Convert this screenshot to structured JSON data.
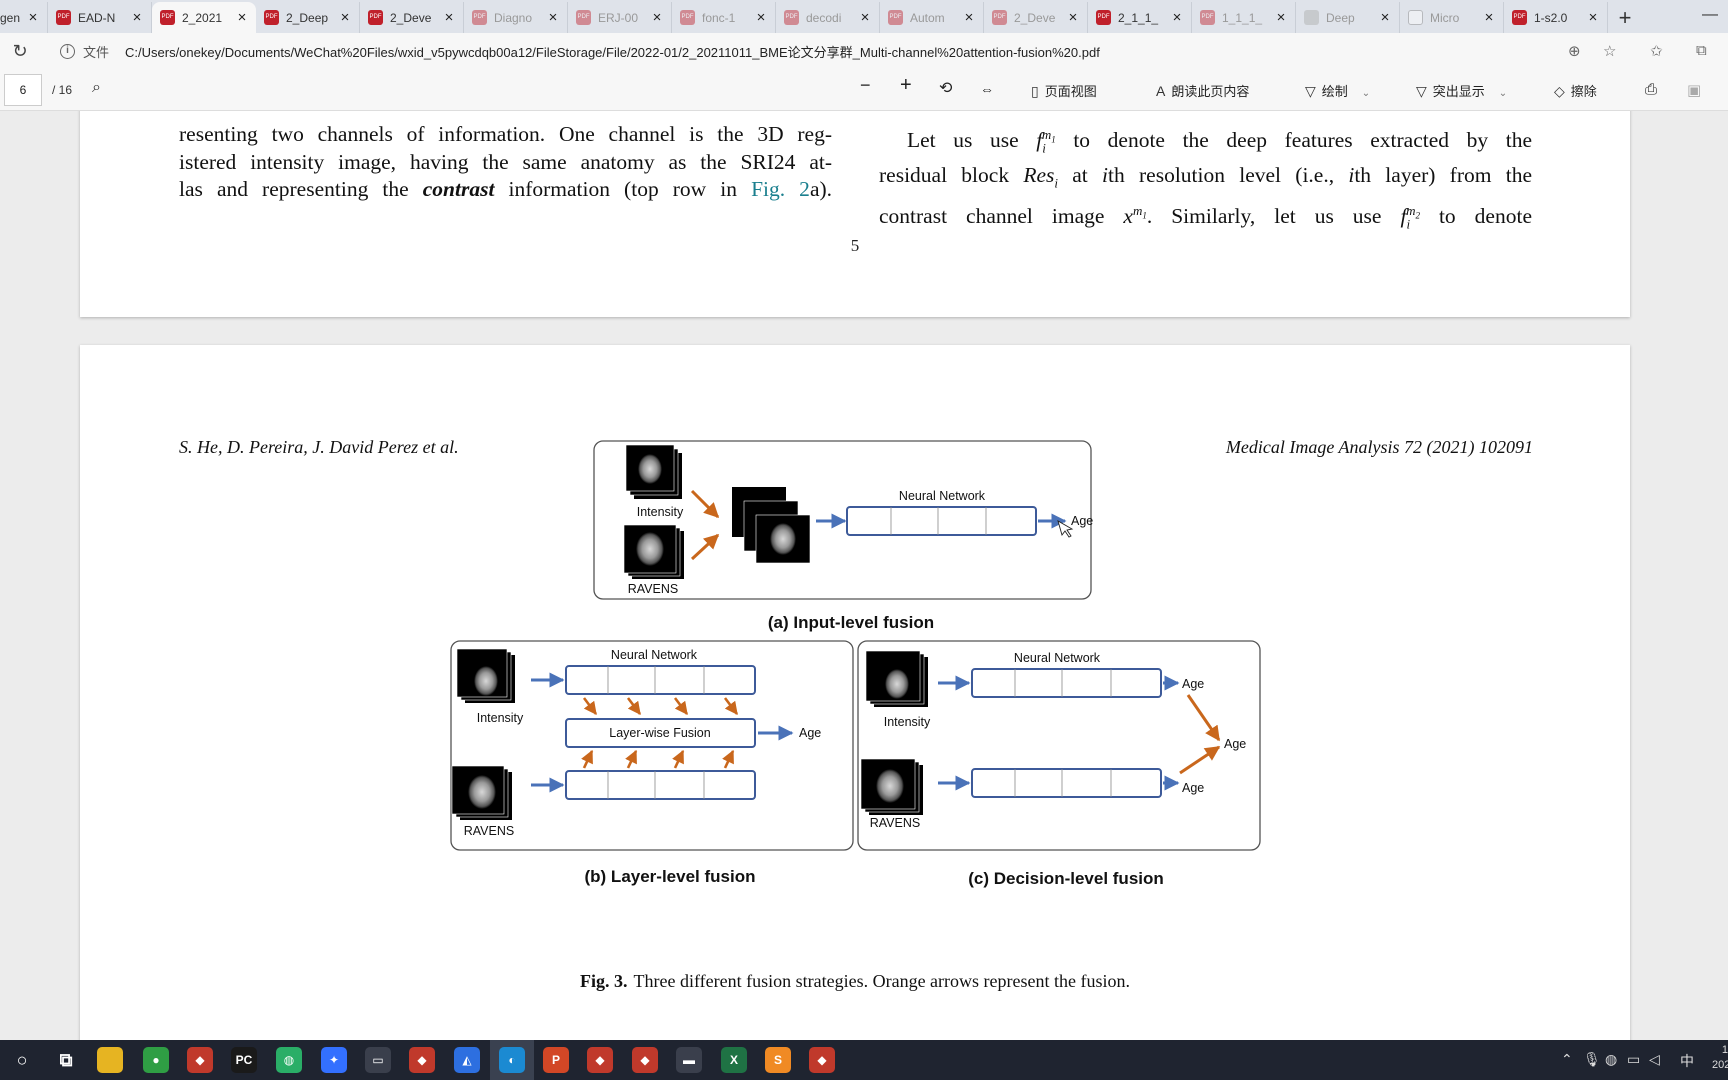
{
  "tabs": [
    {
      "label": "gen",
      "icon": "pdf-icon",
      "active": false,
      "faded": false
    },
    {
      "label": "EAD-N",
      "icon": "pdf-icon",
      "active": false,
      "faded": false
    },
    {
      "label": "2_2021",
      "icon": "pdf-icon",
      "active": true,
      "faded": false
    },
    {
      "label": "2_Deep",
      "icon": "pdf-icon",
      "active": false,
      "faded": false
    },
    {
      "label": "2_Deve",
      "icon": "pdf-icon",
      "active": false,
      "faded": false
    },
    {
      "label": "Diagno",
      "icon": "pdf-icon",
      "active": false,
      "faded": true
    },
    {
      "label": "ERJ-00",
      "icon": "pdf-icon",
      "active": false,
      "faded": true
    },
    {
      "label": "fonc-1",
      "icon": "pdf-icon",
      "active": false,
      "faded": true
    },
    {
      "label": "decodi",
      "icon": "pdf-icon",
      "active": false,
      "faded": true
    },
    {
      "label": "Autom",
      "icon": "pdf-icon",
      "active": false,
      "faded": true
    },
    {
      "label": "2_Deve",
      "icon": "pdf-icon",
      "active": false,
      "faded": true
    },
    {
      "label": "2_1_1_",
      "icon": "pdf-icon",
      "active": false,
      "faded": false
    },
    {
      "label": "1_1_1_",
      "icon": "pdf-icon",
      "active": false,
      "faded": true
    },
    {
      "label": "Deep",
      "icon": "web-icon",
      "active": false,
      "faded": true
    },
    {
      "label": "Micro",
      "icon": "doc-icon",
      "active": false,
      "faded": true
    },
    {
      "label": "1-s2.0",
      "icon": "pdf-icon",
      "active": false,
      "faded": false
    }
  ],
  "address": {
    "file_label": "文件",
    "url": "C:/Users/onekey/Documents/WeChat%20Files/wxid_v5pywcdqb00a12/FileStorage/File/2022-01/2_20211011_BME论文分享群_Multi-channel%20attention-fusion%20.pdf"
  },
  "pdf_toolbar": {
    "page_current": "6",
    "page_total": "/ 16",
    "page_view_label": "页面视图",
    "read_aloud_label": "朗读此页内容",
    "draw_label": "绘制",
    "highlight_label": "突出显示",
    "erase_label": "擦除"
  },
  "page5": {
    "left_lines": [
      "resenting two channels of information. One channel is the 3D reg-",
      "istered intensity image, having the same anatomy as the SRI24 at-",
      "las and representing the"
    ],
    "left_bold": "contrast",
    "left_tail": " information (top row in ",
    "left_link": "Fig. 2",
    "left_end": "a).",
    "right_line1_a": "Let us use ",
    "right_line1_b": " to denote the deep features extracted by the",
    "right_line2_a": "residual block ",
    "right_line2_res": "Res",
    "right_line2_b": " at ",
    "right_line2_i": "i",
    "right_line2_c": "th resolution level (i.e., ",
    "right_line2_d": "th layer) from the",
    "right_line3_a": "contrast channel image ",
    "right_line3_b": ". Similarly, let us use ",
    "right_line3_c": " to denote",
    "page_number": "5"
  },
  "page6": {
    "running_head_left": "S. He, D. Pereira, J. David Perez et al.",
    "running_head_right": "Medical Image Analysis 72 (2021) 102091",
    "figure": {
      "panel_a": {
        "title": "(a) Input-level fusion",
        "network": "Neural Network",
        "input1": "Intensity",
        "input2": "RAVENS",
        "output": "Age"
      },
      "panel_b": {
        "title": "(b) Layer-level fusion",
        "network": "Neural Network",
        "fusion": "Layer-wise Fusion",
        "input1": "Intensity",
        "input2": "RAVENS",
        "output": "Age"
      },
      "panel_c": {
        "title": "(c) Decision-level fusion",
        "network": "Neural Network",
        "input1": "Intensity",
        "input2": "RAVENS",
        "output1": "Age",
        "output2": "Age",
        "output_final": "Age"
      }
    },
    "caption_label": "Fig. 3.",
    "caption_text": "Three different fusion strategies. Orange arrows represent the fusion."
  },
  "colors": {
    "fusion_arrow": "#c9671c",
    "flow_arrow": "#4a72b8",
    "network_box": "#3d5a99",
    "link": "#1a7f8e"
  },
  "taskbar": {
    "apps": [
      "search-icon",
      "task-view-icon",
      "file-explorer-icon",
      "chrome-icon",
      "app-icon",
      "pycharm-icon",
      "wechat-icon",
      "feishu-icon",
      "video-icon",
      "app-icon",
      "xmind-icon",
      "edge-icon",
      "powerpoint-icon",
      "app-icon",
      "app-icon",
      "terminal-icon",
      "excel-icon",
      "sublime-icon",
      "app-icon"
    ],
    "ime": "中",
    "clock_hour": "1",
    "clock_year": "202"
  }
}
